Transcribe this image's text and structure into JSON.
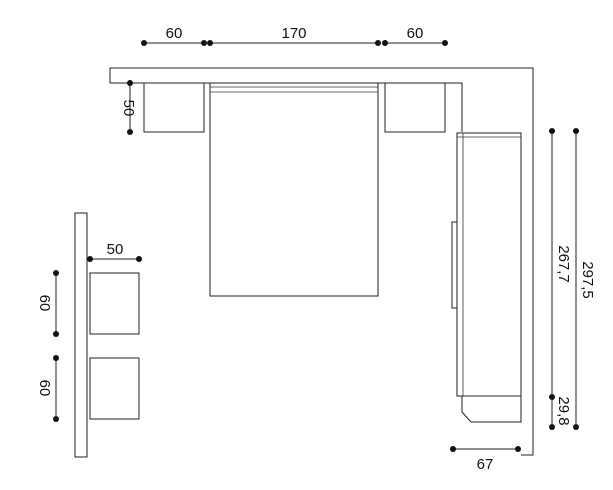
{
  "dimensions": {
    "top_left_nightstand_width": "60",
    "bed_width": "170",
    "top_right_nightstand_width": "60",
    "nightstand_depth": "50",
    "side_unit_width": "50",
    "side_unit_upper_height": "60",
    "side_unit_lower_height": "60",
    "wardrobe_length": "267,7",
    "total_wall_length": "297,5",
    "corner_segment": "29,8",
    "wardrobe_depth": "67"
  }
}
